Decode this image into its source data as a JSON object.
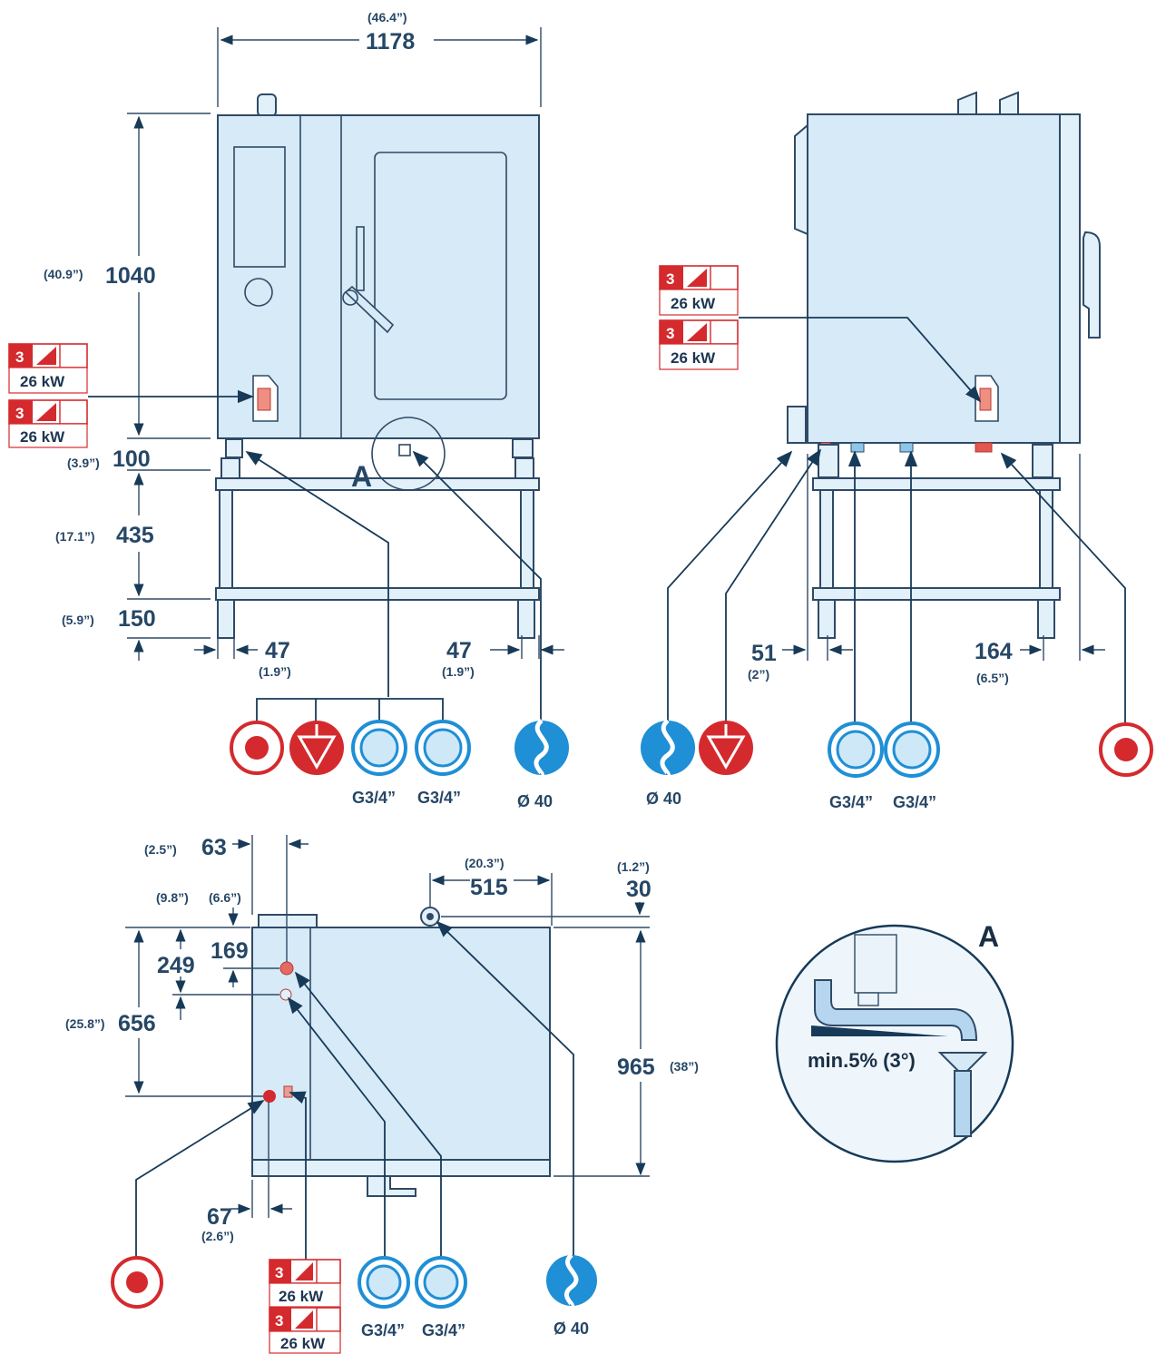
{
  "dimensions": {
    "front_width_in": "(46.4”)",
    "front_width_mm": "1178",
    "front_height_in": "(40.9”)",
    "front_height_mm": "1040",
    "foot_height_in": "(3.9”)",
    "foot_height_mm": "100",
    "stand_mid_in": "(17.1”)",
    "stand_mid_mm": "435",
    "stand_low_in": "(5.9”)",
    "stand_low_mm": "150",
    "left_offset_mm": "47",
    "left_offset_in": "(1.9”)",
    "right_offset_mm": "47",
    "right_offset_in": "(1.9”)",
    "side_offset_a_mm": "51",
    "side_offset_a_in": "(2”)",
    "side_offset_b_mm": "164",
    "side_offset_b_in": "(6.5”)",
    "top_63_in": "(2.5”)",
    "top_63_mm": "63",
    "top_515_in": "(20.3”)",
    "top_515_mm": "515",
    "top_30_in": "(1.2”)",
    "top_30_mm": "30",
    "top_249_in": "(9.8”)",
    "top_249_mm": "249",
    "top_169_in": "(6.6”)",
    "top_169_mm": "169",
    "top_656_in": "(25.8”)",
    "top_656_mm": "656",
    "top_965_mm": "965",
    "top_965_in": "(38”)",
    "top_67_mm": "67",
    "top_67_in": "(2.6”)"
  },
  "electrical": {
    "phase": "3",
    "power": "26 kW"
  },
  "connections": {
    "water_label": "G3/4”",
    "drain_label": "Ø 40"
  },
  "detail": {
    "title": "A",
    "slope": "min.5% (3°)",
    "marker": "A"
  },
  "colors": {
    "body": "#d6eaf7",
    "outline": "#2f4a66",
    "dimension_text": "#264766",
    "electric_red": "#d42a2e",
    "water_blue": "#1f8fd6"
  }
}
